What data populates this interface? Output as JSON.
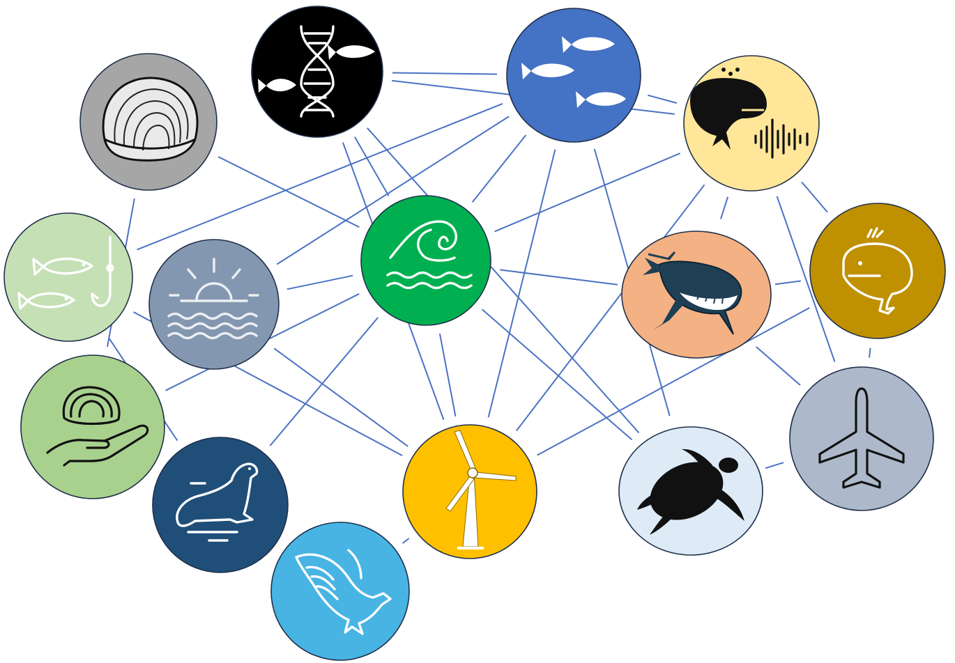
{
  "diagram": {
    "colors": {
      "link": "#4a72c4",
      "clam_node": "#a6a6a6",
      "genetics_node": "#000000",
      "fish_school_node": "#4472c4",
      "whale_acoustics_node": "#ffe699",
      "fishing_node": "#c5e0b4",
      "coastal_view_node": "#8497b0",
      "ocean_wave_node": "#00b050",
      "humpback_whale_node": "#f4b183",
      "whale_outline_node": "#bf9000",
      "shellfish_harvest_node": "#a9d18e",
      "seal_node": "#1f4e79",
      "wind_turbine_node": "#ffc000",
      "sea_turtle_node": "#deebf7",
      "aviation_node": "#adb9ca",
      "bird_node": "#47b4e4"
    },
    "nodes": [
      {
        "id": "clam",
        "icon": "clam-shell-icon"
      },
      {
        "id": "genetics",
        "icon": "dna-fish-icon"
      },
      {
        "id": "fish-school",
        "icon": "fish-school-icon"
      },
      {
        "id": "whale-acoustics",
        "icon": "whale-sound-icon"
      },
      {
        "id": "fishing",
        "icon": "fish-hook-icon"
      },
      {
        "id": "coastal-view",
        "icon": "sunset-sea-icon"
      },
      {
        "id": "ocean-wave",
        "icon": "wave-icon"
      },
      {
        "id": "humpback-whale",
        "icon": "humpback-whale-icon"
      },
      {
        "id": "whale-outline",
        "icon": "whale-outline-icon"
      },
      {
        "id": "shellfish-harvest",
        "icon": "shell-in-hand-icon"
      },
      {
        "id": "seal",
        "icon": "seal-icon"
      },
      {
        "id": "wind-turbine",
        "icon": "wind-turbine-icon"
      },
      {
        "id": "sea-turtle",
        "icon": "sea-turtle-icon"
      },
      {
        "id": "aviation",
        "icon": "airplane-icon"
      },
      {
        "id": "bird",
        "icon": "eagle-icon"
      }
    ],
    "links": [
      [
        "genetics",
        "fish-school"
      ],
      [
        "genetics",
        "ocean-wave"
      ],
      [
        "genetics",
        "wind-turbine"
      ],
      [
        "genetics",
        "sea-turtle"
      ],
      [
        "genetics",
        "whale-acoustics"
      ],
      [
        "fish-school",
        "whale-acoustics"
      ],
      [
        "fish-school",
        "fishing"
      ],
      [
        "fish-school",
        "coastal-view"
      ],
      [
        "fish-school",
        "ocean-wave"
      ],
      [
        "fish-school",
        "wind-turbine"
      ],
      [
        "fish-school",
        "sea-turtle"
      ],
      [
        "clam",
        "ocean-wave"
      ],
      [
        "clam",
        "shellfish-harvest"
      ],
      [
        "fishing",
        "seal"
      ],
      [
        "fishing",
        "wind-turbine"
      ],
      [
        "coastal-view",
        "ocean-wave"
      ],
      [
        "coastal-view",
        "wind-turbine"
      ],
      [
        "ocean-wave",
        "shellfish-harvest"
      ],
      [
        "ocean-wave",
        "seal"
      ],
      [
        "ocean-wave",
        "wind-turbine"
      ],
      [
        "ocean-wave",
        "humpback-whale"
      ],
      [
        "ocean-wave",
        "whale-acoustics"
      ],
      [
        "ocean-wave",
        "sea-turtle"
      ],
      [
        "whale-acoustics",
        "humpback-whale"
      ],
      [
        "whale-acoustics",
        "whale-outline"
      ],
      [
        "whale-acoustics",
        "aviation"
      ],
      [
        "whale-acoustics",
        "wind-turbine"
      ],
      [
        "humpback-whale",
        "whale-outline"
      ],
      [
        "humpback-whale",
        "aviation"
      ],
      [
        "whale-outline",
        "wind-turbine"
      ],
      [
        "whale-outline",
        "aviation"
      ],
      [
        "sea-turtle",
        "aviation"
      ],
      [
        "wind-turbine",
        "bird"
      ]
    ]
  }
}
